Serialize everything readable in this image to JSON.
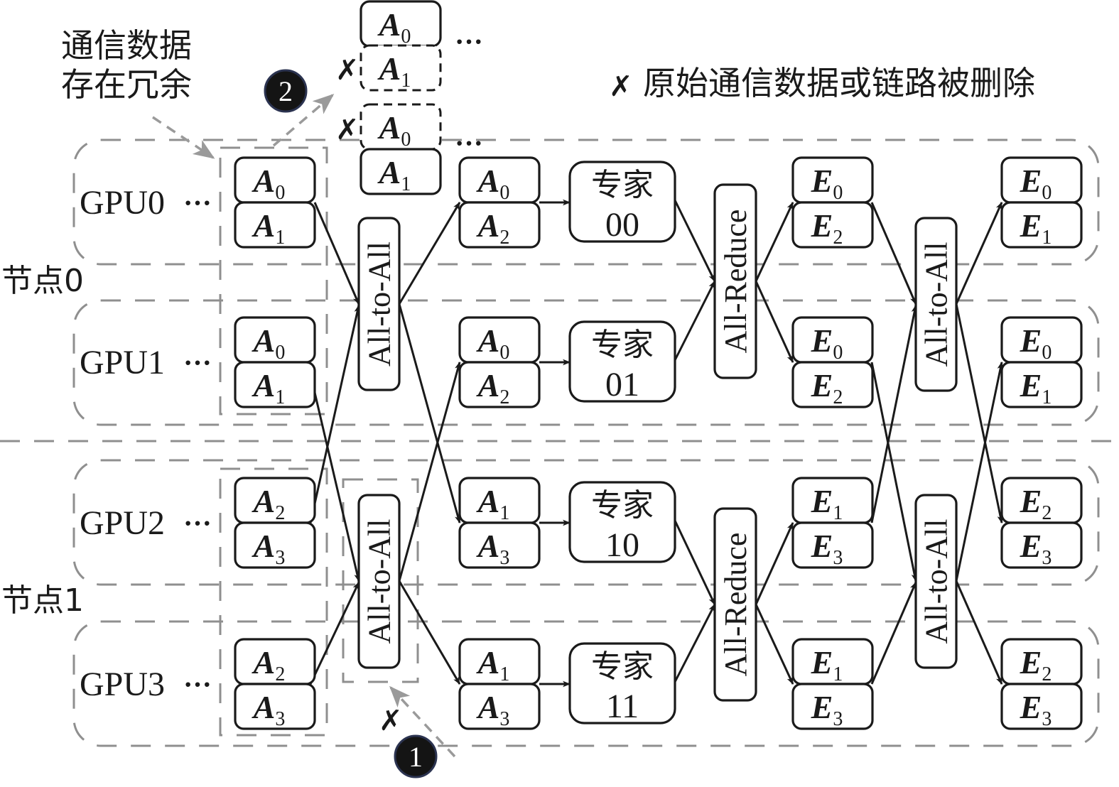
{
  "annotations": {
    "redundant_note_line1": "通信数据",
    "redundant_note_line2": "存在冗余",
    "legend_cross": "✗",
    "legend_text": "原始通信数据或链路被删除",
    "badge_1": "1",
    "badge_2": "2",
    "ellipsis": "···"
  },
  "nodes": [
    {
      "label": "节点0"
    },
    {
      "label": "节点1"
    }
  ],
  "gpus": [
    {
      "label": "GPU0",
      "input": [
        {
          "v": "A",
          "s": "0"
        },
        {
          "v": "A",
          "s": "1"
        }
      ],
      "after_a2a": [
        {
          "v": "A",
          "s": "0"
        },
        {
          "v": "A",
          "s": "2"
        }
      ],
      "expert": {
        "line1": "专家",
        "line2": "00"
      },
      "after_reduce": [
        {
          "v": "E",
          "s": "0"
        },
        {
          "v": "E",
          "s": "2"
        }
      ],
      "output": [
        {
          "v": "E",
          "s": "0"
        },
        {
          "v": "E",
          "s": "1"
        }
      ]
    },
    {
      "label": "GPU1",
      "input": [
        {
          "v": "A",
          "s": "0"
        },
        {
          "v": "A",
          "s": "1"
        }
      ],
      "after_a2a": [
        {
          "v": "A",
          "s": "0"
        },
        {
          "v": "A",
          "s": "2"
        }
      ],
      "expert": {
        "line1": "专家",
        "line2": "01"
      },
      "after_reduce": [
        {
          "v": "E",
          "s": "0"
        },
        {
          "v": "E",
          "s": "2"
        }
      ],
      "output": [
        {
          "v": "E",
          "s": "0"
        },
        {
          "v": "E",
          "s": "1"
        }
      ]
    },
    {
      "label": "GPU2",
      "input": [
        {
          "v": "A",
          "s": "2"
        },
        {
          "v": "A",
          "s": "3"
        }
      ],
      "after_a2a": [
        {
          "v": "A",
          "s": "1"
        },
        {
          "v": "A",
          "s": "3"
        }
      ],
      "expert": {
        "line1": "专家",
        "line2": "10"
      },
      "after_reduce": [
        {
          "v": "E",
          "s": "1"
        },
        {
          "v": "E",
          "s": "3"
        }
      ],
      "output": [
        {
          "v": "E",
          "s": "2"
        },
        {
          "v": "E",
          "s": "3"
        }
      ]
    },
    {
      "label": "GPU3",
      "input": [
        {
          "v": "A",
          "s": "2"
        },
        {
          "v": "A",
          "s": "3"
        }
      ],
      "after_a2a": [
        {
          "v": "A",
          "s": "1"
        },
        {
          "v": "A",
          "s": "3"
        }
      ],
      "expert": {
        "line1": "专家",
        "line2": "11"
      },
      "after_reduce": [
        {
          "v": "E",
          "s": "1"
        },
        {
          "v": "E",
          "s": "3"
        }
      ],
      "output": [
        {
          "v": "E",
          "s": "2"
        },
        {
          "v": "E",
          "s": "3"
        }
      ]
    }
  ],
  "collectives": {
    "all_to_all": "All-to-All",
    "all_reduce": "All-Reduce"
  },
  "top_stack": [
    {
      "v": "A",
      "s": "0",
      "deleted": false
    },
    {
      "v": "A",
      "s": "1",
      "deleted": true
    },
    {
      "v": "A",
      "s": "0",
      "deleted": true
    },
    {
      "v": "A",
      "s": "1",
      "deleted": false
    }
  ],
  "colors": {
    "stroke": "#1a1a1a",
    "group_dash": "#8f8f8f",
    "badge_fill": "#141414"
  }
}
